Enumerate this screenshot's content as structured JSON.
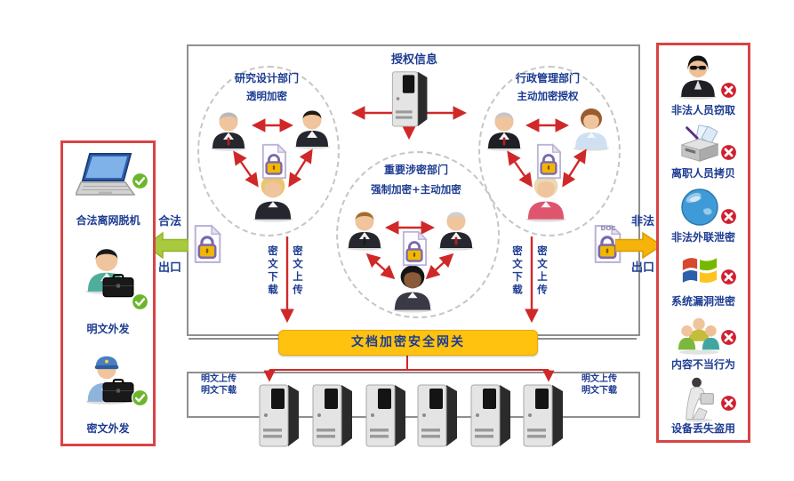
{
  "colors": {
    "text_navy": "#1d3c92",
    "arrow_red": "#d02828",
    "gateway_yellow": "#ffc20e",
    "panel_border_red": "#d94343",
    "legal_arrow_green": "#a9c93f",
    "illegal_arrow_yellow": "#f6b40a",
    "check_green": "#6cb52d",
    "cross_red": "#cf2030"
  },
  "auth_server": {
    "label": "授权信息",
    "icon": "server-icon"
  },
  "departments": {
    "research": {
      "title": "研究设计部门",
      "subtitle": "透明加密"
    },
    "secret": {
      "title": "重要涉密部门",
      "subtitle": "强制加密+主动加密"
    },
    "admin": {
      "title": "行政管理部门",
      "subtitle": "主动加密授权"
    }
  },
  "flows": {
    "cipher_download": "密文下载",
    "cipher_upload": "密文上传",
    "plain_upload": "明文上传",
    "plain_download": "明文下载"
  },
  "gateway": {
    "label": "文档加密安全网关"
  },
  "edge_doc": {
    "doc_label": "DOC"
  },
  "exits": {
    "legal": {
      "word": "合法",
      "exit": "出口"
    },
    "illegal": {
      "word": "非法",
      "exit": "出口"
    }
  },
  "left_panel": {
    "items": [
      {
        "label": "合法离网脱机",
        "icon": "laptop-icon",
        "status": "allowed"
      },
      {
        "label": "明文外发",
        "icon": "person-briefcase-icon",
        "status": "allowed"
      },
      {
        "label": "密文外发",
        "icon": "police-briefcase-icon",
        "status": "allowed"
      }
    ]
  },
  "right_panel": {
    "items": [
      {
        "label": "非法人员窃取",
        "icon": "hacker-icon",
        "status": "blocked"
      },
      {
        "label": "离职人员拷贝",
        "icon": "copier-icon",
        "status": "blocked"
      },
      {
        "label": "非法外联泄密",
        "icon": "globe-icon",
        "status": "blocked"
      },
      {
        "label": "系统漏洞泄密",
        "icon": "windows-icon",
        "status": "blocked"
      },
      {
        "label": "内容不当行为",
        "icon": "people-group-icon",
        "status": "blocked"
      },
      {
        "label": "设备丢失盗用",
        "icon": "device-carry-icon",
        "status": "blocked"
      }
    ]
  },
  "server_farm": {
    "count": 6
  }
}
